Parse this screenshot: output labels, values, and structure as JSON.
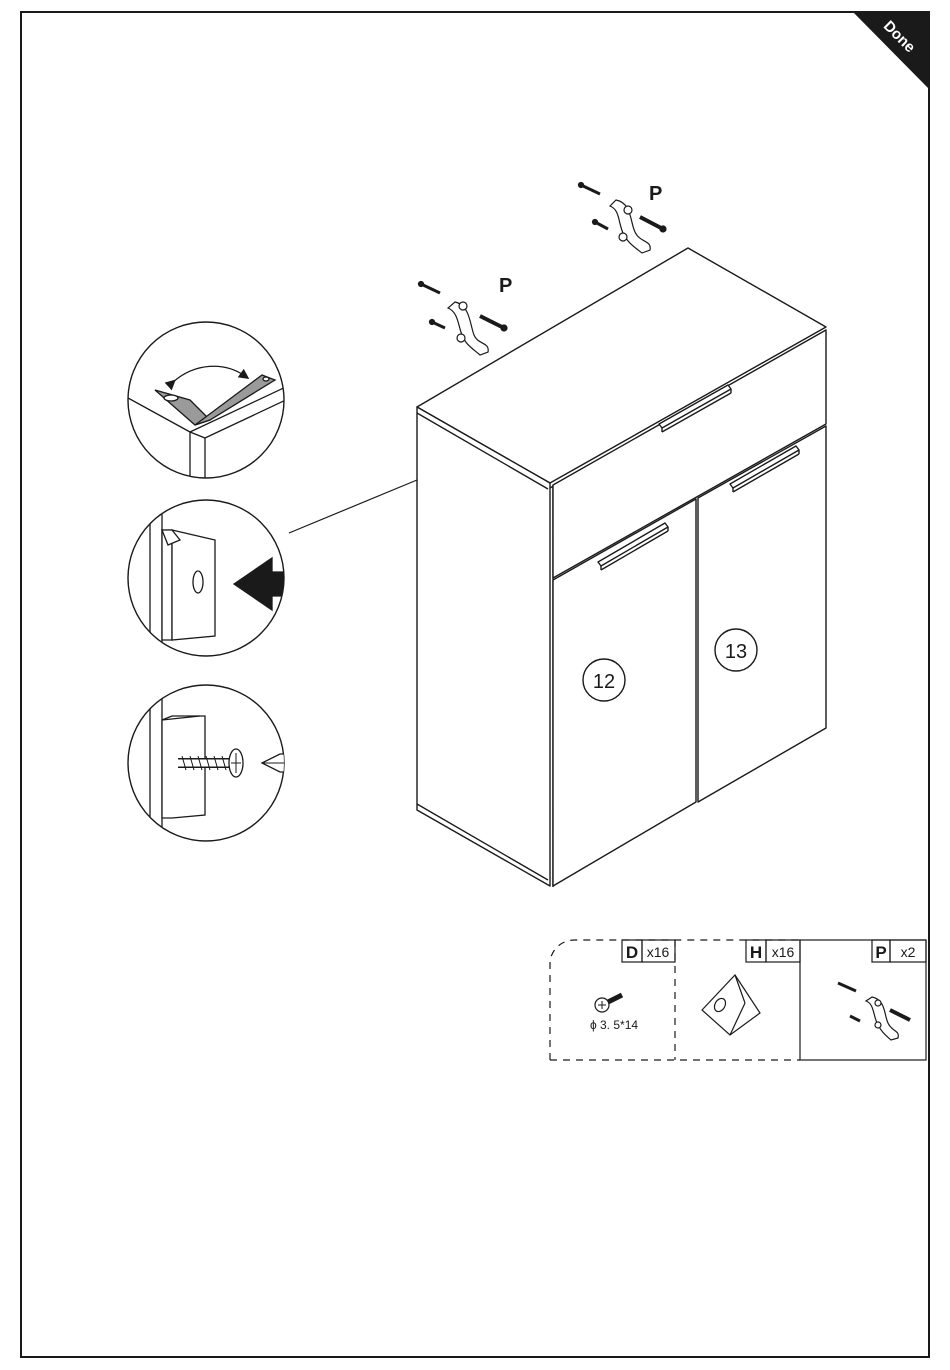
{
  "page": {
    "corner_badge": "Done",
    "border_color": "#1a1a1a"
  },
  "callouts": {
    "fitting_label_left": "P",
    "fitting_label_right": "P"
  },
  "cabinet": {
    "door_left_number": "12",
    "door_right_number": "13"
  },
  "parts": [
    {
      "letter": "D",
      "qty": "x16",
      "spec": "ϕ 3. 5*14",
      "icon": "screw-icon"
    },
    {
      "letter": "H",
      "qty": "x16",
      "icon": "corner-block-icon"
    },
    {
      "letter": "P",
      "qty": "x2",
      "icon": "s-bracket-icon"
    }
  ]
}
